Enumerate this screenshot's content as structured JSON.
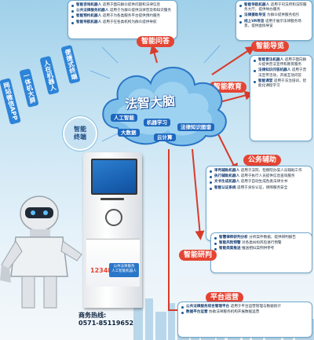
{
  "cloud": {
    "title": "法智大脑",
    "tags": [
      "人工智能",
      "机器学习",
      "大数据",
      "云计算",
      "法律知识图谱"
    ]
  },
  "terminals": {
    "label_line1": "智能",
    "label_line2": "终端",
    "channels": [
      "便捷式终端",
      "人在机器人",
      "一体机大屏",
      "网站微信APP"
    ]
  },
  "sections": {
    "qa": {
      "label": "智能问答",
      "items": [
        {
          "title": "智能咨询机器人",
          "text": "适用于面向群众提供问题和法律信息"
        },
        {
          "title": "公共法律服务机器人",
          "text": "适用于为群众提供法律普及和知识服务"
        },
        {
          "title": "智能预约机器人",
          "text": "适用于为各类服务平台提供预约服务"
        },
        {
          "title": "智能导航机器人",
          "text": "适用于在各类机构为群众提供导航"
        }
      ]
    },
    "guide": {
      "label": "智能导览",
      "items": [
        {
          "title": "智能导航机器人",
          "text": "适用于司法所和法院服务大厅，提供导办服务"
        },
        {
          "title": "法律援助导览",
          "text": "为群众提供服务指引"
        },
        {
          "title": "线上VR导览",
          "text": "适用于展示法律服务场景，提供虚拟导览"
        }
      ]
    },
    "edu": {
      "label": "智能教育",
      "items": [
        {
          "title": "智能普法机器人",
          "text": "适用于面向群众提供普法宣传和教育服务"
        },
        {
          "title": "法律知识问答机器人",
          "text": "适用于普法宣传活动，开展互动问答"
        },
        {
          "title": "智能课堂",
          "text": "适用于法治培训，智能化课程学习"
        }
      ]
    },
    "assist": {
      "label": "公务辅助",
      "items": [
        {
          "title": "审判辅助机器人",
          "text": "适用于法院、检察院办案人员辅助工作"
        },
        {
          "title": "执行辅助机器人",
          "text": "适用于执行人员提供信息查询服务"
        },
        {
          "title": "文书生成机器人",
          "text": "适用于自动生成各类法律文书"
        },
        {
          "title": "智能认证系统",
          "text": "适用于身份认证，保障服务安全"
        }
      ]
    },
    "research": {
      "label": "智能研判",
      "items": [
        {
          "title": "智慧律师研判分析",
          "text": "分析案件数据，提供研判报告"
        },
        {
          "title": "智能风险预警",
          "text": "对各类纠纷风险进行预警"
        },
        {
          "title": "智能类案推送",
          "text": "推送相似案例供参考"
        }
      ]
    },
    "ops": {
      "label": "平台运营",
      "items": [
        {
          "title": "公共法律服务综合管理平台",
          "text": "适用于平台运营管理与数据统计"
        },
        {
          "title": "数据平台运营",
          "text": "协助法律服务机构开展数据运营"
        }
      ]
    }
  },
  "kiosk": {
    "number": "12348",
    "badge_line1": "公共法律服务",
    "badge_line2": "人工智能机器人"
  },
  "hotline": {
    "label": "商务热线:",
    "phone": "0571-85119652"
  },
  "colors": {
    "accent_red": "#e54433",
    "brand_blue": "#1d67bf",
    "card_border": "#6fa8cf"
  }
}
